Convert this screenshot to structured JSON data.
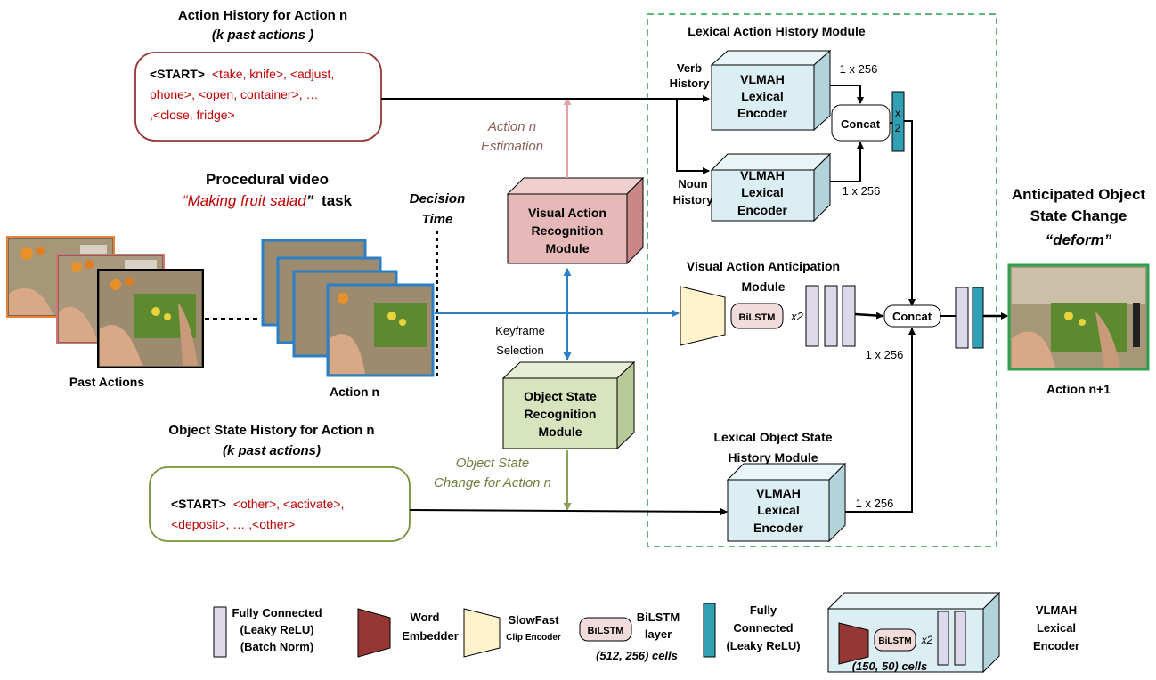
{
  "action_history": {
    "title": "Action History for Action n",
    "subtitle": "(k past actions )",
    "start": "<START>",
    "line1": "<take, knife>, <adjust,",
    "line2": "phone>,  <open, container>, …",
    "line3": ",<close, fridge>"
  },
  "procedural": {
    "title": "Procedural video",
    "task_open_quote": "“",
    "task_name": "Making fruit salad",
    "task_close_quote": "”",
    "task_word": "task",
    "past_actions_label": "Past Actions",
    "action_n_label": "Action n",
    "decision_line1": "Decision",
    "decision_line2": "Time"
  },
  "var_module": {
    "line1": "Visual Action",
    "line2": "Recognition",
    "line3": "Module",
    "estimation_line1": "Action n",
    "estimation_line2": "Estimation"
  },
  "keyframe": {
    "line1": "Keyframe",
    "line2": "Selection"
  },
  "osr_module": {
    "line1": "Object State",
    "line2": "Recognition",
    "line3": "Module",
    "change_line1": "Object State",
    "change_line2": "Change for Action n"
  },
  "os_history": {
    "title": "Object State History for Action n",
    "subtitle": "(k past actions)",
    "start": "<START>",
    "line1": "<other>, <activate>,",
    "line2": "<deposit>, … ,<other>"
  },
  "lah_module": {
    "title": "Lexical Action History Module",
    "verb_line1": "Verb",
    "verb_line2": "History",
    "noun_line1": "Noun",
    "noun_line2": "History",
    "encoder_line1": "VLMAH",
    "encoder_line2": "Lexical",
    "encoder_line3": "Encoder",
    "dim_top": "1 x 256",
    "dim_bottom": "1 x 256",
    "concat": "Concat",
    "x2_line1": "x",
    "x2_line2": "2"
  },
  "vaa_module": {
    "title_line1": "Visual Action Anticipation",
    "title_line2": "Module",
    "bilstm": "BiLSTM",
    "repeat": "x2",
    "concat": "Concat",
    "dim": "1 x 256"
  },
  "los_module": {
    "title_line1": "Lexical Object State",
    "title_line2": "History Module",
    "encoder_line1": "VLMAH",
    "encoder_line2": "Lexical",
    "encoder_line3": "Encoder",
    "dim": "1 x 256"
  },
  "output": {
    "title_line1": "Anticipated Object",
    "title_line2": "State Change",
    "state": "“deform”",
    "label": "Action n+1"
  },
  "legend": {
    "fc_bn_line1": "Fully Connected",
    "fc_bn_line2": "(Leaky ReLU)",
    "fc_bn_line3": "(Batch Norm)",
    "word_line1": "Word",
    "word_line2": "Embedder",
    "slowfast_line1": "SlowFast",
    "slowfast_line2": "Clip Encoder",
    "bilstm_box": "BiLSTM",
    "bilstm_line1": "BiLSTM",
    "bilstm_line2": "layer",
    "bilstm_cells": "(512, 256) cells",
    "fc_line1": "Fully",
    "fc_line2": "Connected",
    "fc_line3": "(Leaky ReLU)",
    "enc_bilstm": "BiLSTM",
    "enc_repeat": "x2",
    "enc_cells": "(150, 50) cells",
    "enc_line1": "VLMAH",
    "enc_line2": "Lexical",
    "enc_line3": "Encoder"
  },
  "colors": {
    "lexical_encoder": "#daeef3",
    "var_module": "#e6b9b8",
    "osr_module": "#d7e4bd",
    "fc_bn": "#ddd9ea",
    "fc": "#31a0b5",
    "word_embedder": "#953735",
    "slowfast": "#fff2cc",
    "dashed_module": "#2e9e4f"
  }
}
